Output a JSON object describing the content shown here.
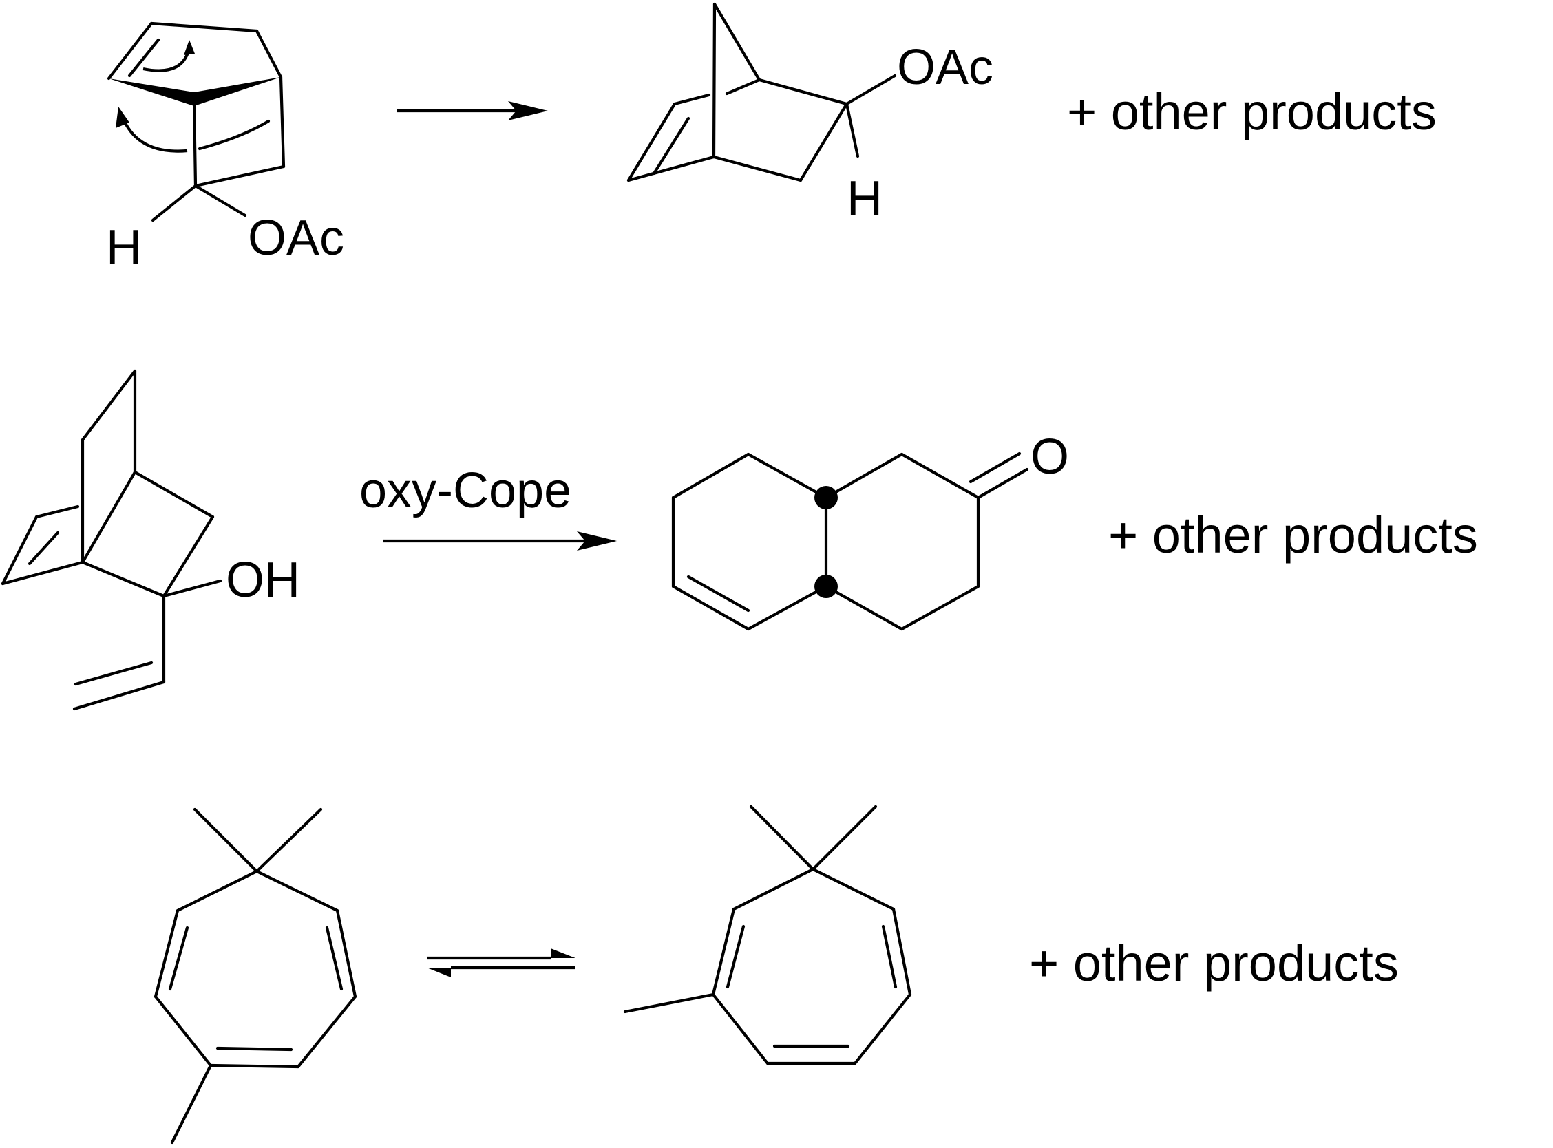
{
  "reactions": [
    {
      "reactant_labels": {
        "oac": "OAc",
        "h": "H"
      },
      "product_labels": {
        "oac": "OAc",
        "h": "H"
      },
      "arrow_type": "forward",
      "arrow_label": "",
      "plus_text": "+ other products"
    },
    {
      "reactant_labels": {
        "oh": "OH"
      },
      "product_labels": {
        "o": "O"
      },
      "arrow_type": "forward",
      "arrow_label": "oxy-Cope",
      "plus_text": "+ other products"
    },
    {
      "arrow_type": "equilibrium",
      "plus_text": "+ other products"
    }
  ]
}
